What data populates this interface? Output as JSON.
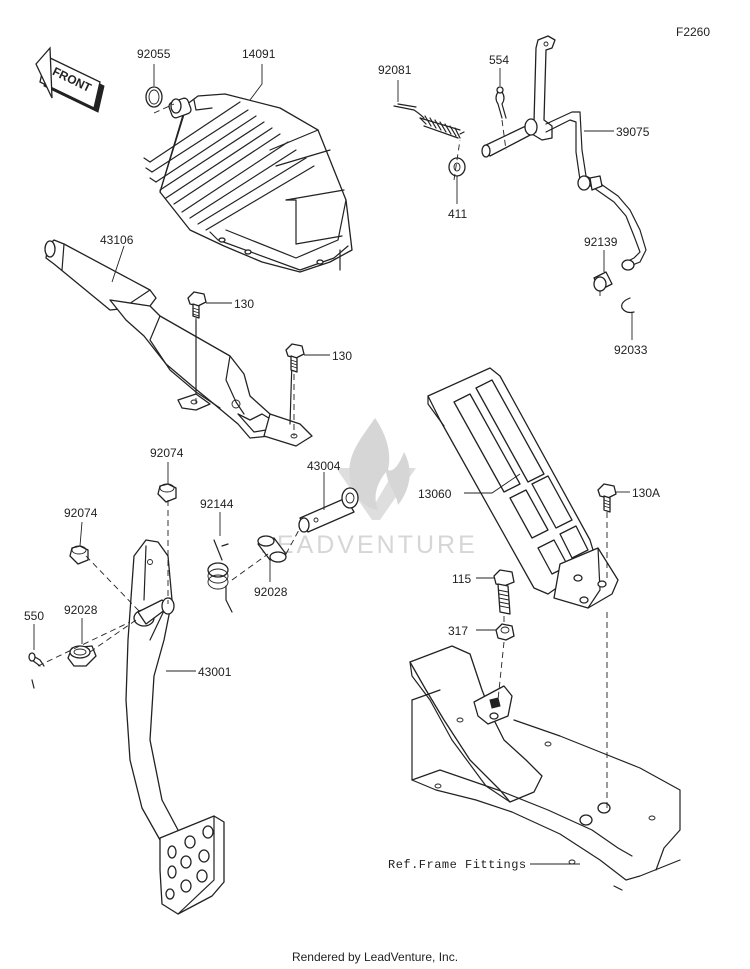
{
  "diagram_code": "F2260",
  "front_label": "FRONT",
  "watermark": "LEADVENTURE",
  "footer": "Rendered by LeadVenture, Inc.",
  "reference_label": "Ref.Frame Fittings",
  "parts": [
    {
      "id": "p92055",
      "number": "92055"
    },
    {
      "id": "p14091",
      "number": "14091"
    },
    {
      "id": "p92081",
      "number": "92081"
    },
    {
      "id": "p554",
      "number": "554"
    },
    {
      "id": "p39075",
      "number": "39075"
    },
    {
      "id": "p411",
      "number": "411"
    },
    {
      "id": "p43106",
      "number": "43106"
    },
    {
      "id": "p130a",
      "number": "130"
    },
    {
      "id": "p130b",
      "number": "130"
    },
    {
      "id": "p92139",
      "number": "92139"
    },
    {
      "id": "p92033",
      "number": "92033"
    },
    {
      "id": "p92074a",
      "number": "92074"
    },
    {
      "id": "p43004",
      "number": "43004"
    },
    {
      "id": "p13060",
      "number": "13060"
    },
    {
      "id": "p130A",
      "number": "130A"
    },
    {
      "id": "p92144",
      "number": "92144"
    },
    {
      "id": "p92074b",
      "number": "92074"
    },
    {
      "id": "p92028a",
      "number": "92028"
    },
    {
      "id": "p115",
      "number": "115"
    },
    {
      "id": "p550",
      "number": "550"
    },
    {
      "id": "p92028b",
      "number": "92028"
    },
    {
      "id": "p317",
      "number": "317"
    },
    {
      "id": "p43001",
      "number": "43001"
    }
  ]
}
